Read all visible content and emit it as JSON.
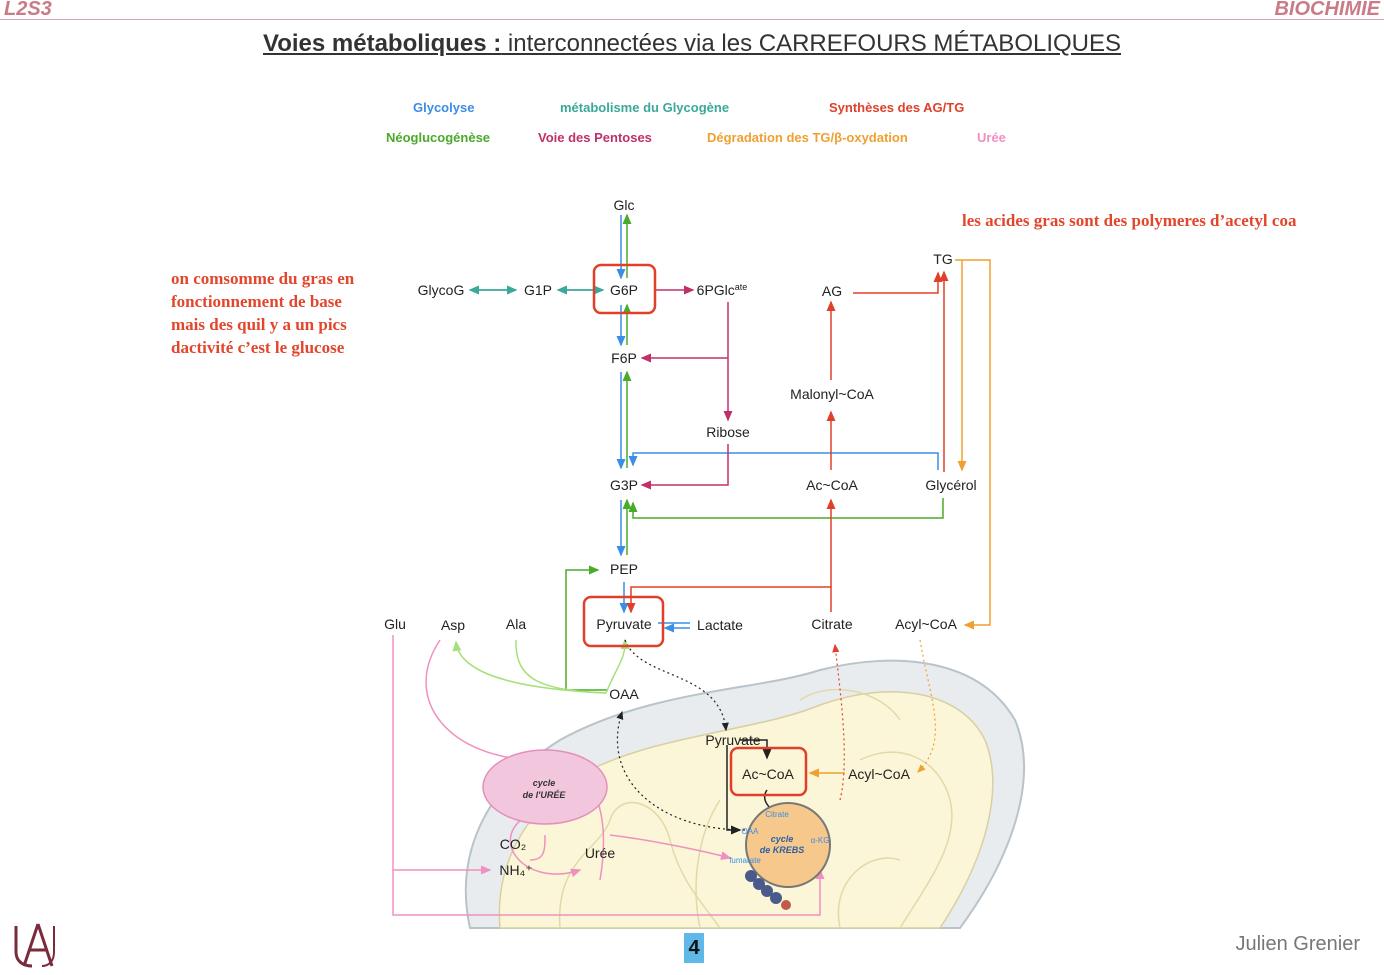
{
  "header": {
    "left": "L2S3",
    "right": "BIOCHIMIE"
  },
  "title": {
    "strong": "Voies métaboliques :",
    "rest": " interconnectées via les CARREFOURS MÉTABOLIQUES"
  },
  "legend": [
    {
      "label": "Glycolyse",
      "color": "#3a8ee6"
    },
    {
      "label": "métabolisme du Glycogène",
      "color": "#3aa89a"
    },
    {
      "label": "Synthèses des AG/TG",
      "color": "#e0402a"
    },
    {
      "label": "Néoglucogénèse",
      "color": "#4aaa2a"
    },
    {
      "label": "Voie des Pentoses",
      "color": "#c0306a"
    },
    {
      "label": "Dégradation des TG/β-oxydation",
      "color": "#f0a030"
    },
    {
      "label": "Urée",
      "color": "#f090c0"
    }
  ],
  "notes": {
    "acides_gras": "les acides gras sont des polymeres d’acetyl coa",
    "glucose": [
      "on comsomme du gras en",
      "fonctionnement de base",
      "mais des quil y a un pics",
      "dactivité c’est le glucose"
    ]
  },
  "nodes": {
    "glc": "Glc",
    "glycog": "GlycoG",
    "g1p": "G1P",
    "g6p": "G6P",
    "pgl": "6PGlc",
    "pgl_sup": "ate",
    "f6p": "F6P",
    "ribose": "Ribose",
    "g3p": "G3P",
    "pep": "PEP",
    "pyruvate": "Pyruvate",
    "lactate": "Lactate",
    "oaa": "OAA",
    "glu": "Glu",
    "asp": "Asp",
    "ala": "Ala",
    "ag": "AG",
    "tg": "TG",
    "malonyl": "Malonyl~CoA",
    "accoa": "Ac~CoA",
    "glycerol": "Glycérol",
    "citrate": "Citrate",
    "acylcoa": "Acyl~CoA",
    "mito_pyruvate": "Pyruvate",
    "mito_accoa": "Ac~CoA",
    "mito_acylcoa": "Acyl~CoA",
    "co2": "CO₂",
    "nh4": "NH₄⁺",
    "uree": "Urée",
    "cycle_uree_1": "cycle",
    "cycle_uree_2": "de l'URÉE",
    "krebs_1": "cycle",
    "krebs_2": "de KREBS",
    "k_citrate": "Citrate",
    "k_oaa": "OAA",
    "k_akg": "α-KG",
    "k_fumarate": "fumarate"
  },
  "footer": {
    "author": "Julien Grenier",
    "page": "4"
  }
}
